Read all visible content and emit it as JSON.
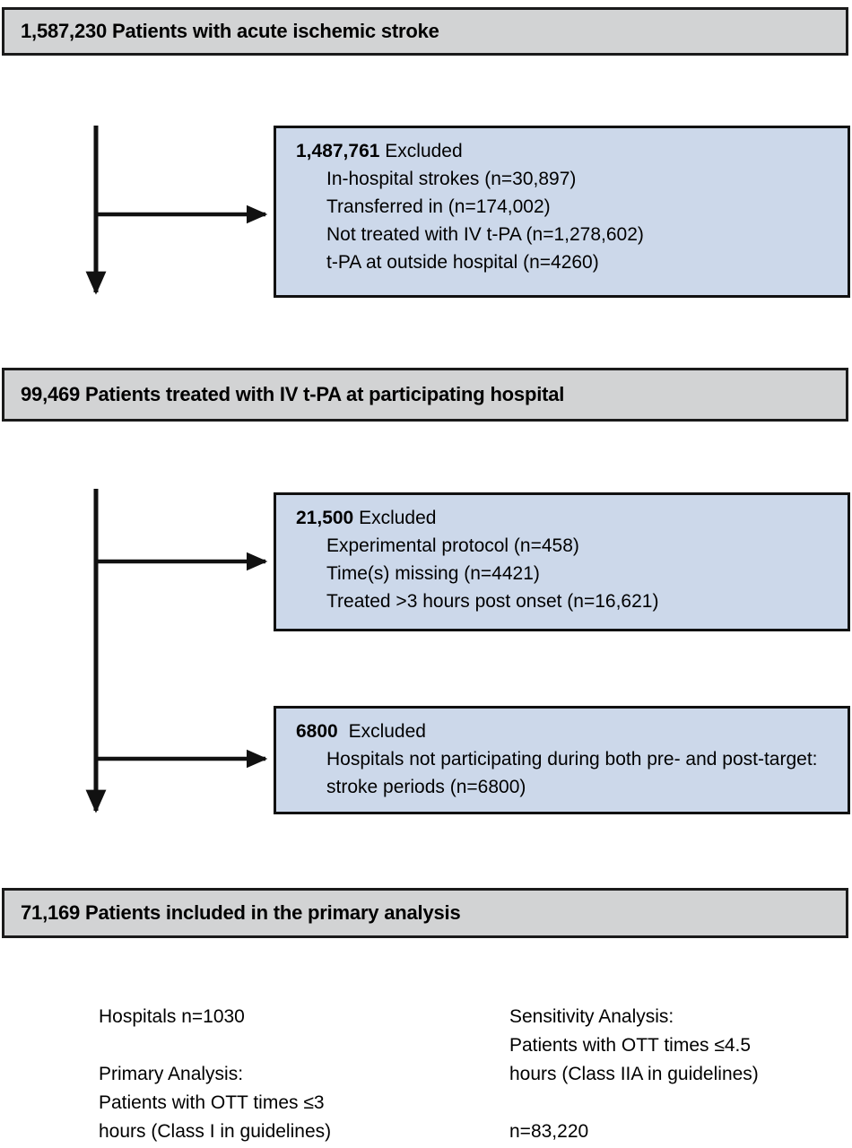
{
  "figure": {
    "type": "flowchart",
    "title": "Patient selection flow diagram for acute ischemic stroke IV t-PA analysis",
    "colors": {
      "stage_fill": "#d2d3d4",
      "exclusion_fill": "#ccd8ea",
      "border": "#111111",
      "text": "#000000"
    }
  },
  "stages": [
    {
      "id": "stage-1",
      "count": "1,587,230",
      "label": "Patients with acute ischemic stroke",
      "full_text": "1,587,230 Patients with acute ischemic stroke"
    },
    {
      "id": "stage-2",
      "count": "99,469",
      "label": "Patients treated with IV t-PA at participating hospital",
      "full_text": "99,469 Patients treated with IV t-PA at participating hospital"
    },
    {
      "id": "stage-3",
      "count": "71,169",
      "label": "Patients included in the primary analysis",
      "full_text": "71,169 Patients included in the primary analysis"
    }
  ],
  "exclusions": [
    {
      "id": "exclusion-1",
      "count": "1,487,761",
      "word": "Excluded",
      "reasons": [
        "In-hospital strokes (n=30,897)",
        "Transferred in (n=174,002)",
        "Not treated with IV t-PA (n=1,278,602)",
        "t-PA at outside hospital (n=4260)"
      ]
    },
    {
      "id": "exclusion-2",
      "count": "21,500",
      "word": "Excluded",
      "reasons": [
        "Experimental protocol (n=458)",
        "Time(s) missing (n=4421)",
        "Treated >3 hours post onset (n=16,621)"
      ]
    },
    {
      "id": "exclusion-3",
      "count": "6800",
      "word": "Excluded",
      "reasons": [
        "Hospitals not participating during both pre- and post-target: stroke periods (n=6800)"
      ]
    }
  ],
  "notes": {
    "left": {
      "hospitals": "Hospitals n=1030",
      "analysis_title": "Primary Analysis:",
      "analysis_line_1": "Patients with OTT times ≤3",
      "analysis_line_2": "hours (Class I in guidelines)"
    },
    "right": {
      "analysis_title": "Sensitivity Analysis:",
      "analysis_line_1": "Patients with OTT times ≤4.5",
      "analysis_line_2": "hours (Class IIA in guidelines)",
      "n_value": "n=83,220"
    }
  }
}
